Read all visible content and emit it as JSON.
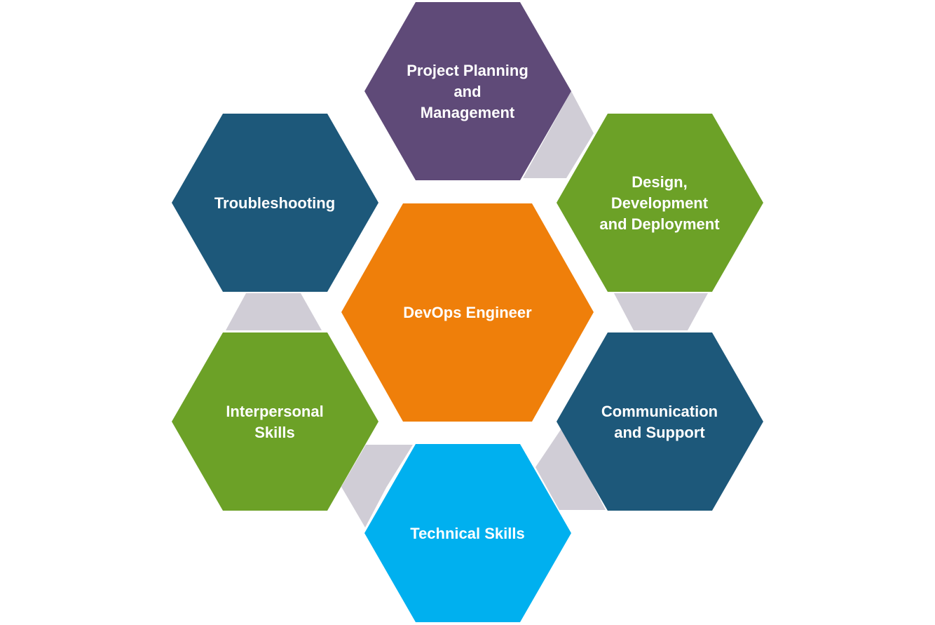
{
  "diagram": {
    "center": {
      "lines": [
        "DevOps Engineer"
      ],
      "color": "#ef7f0a"
    },
    "nodes": [
      {
        "id": "project-planning",
        "lines": [
          "Project Planning",
          "and",
          "Management"
        ],
        "color": "#5f4a78"
      },
      {
        "id": "design-development",
        "lines": [
          "Design,",
          "Development",
          "and Deployment"
        ],
        "color": "#6ca127"
      },
      {
        "id": "communication-support",
        "lines": [
          "Communication",
          "and Support"
        ],
        "color": "#1d587a"
      },
      {
        "id": "technical-skills",
        "lines": [
          "Technical Skills"
        ],
        "color": "#00b0ef"
      },
      {
        "id": "interpersonal-skills",
        "lines": [
          "Interpersonal",
          "Skills"
        ],
        "color": "#6ca127"
      },
      {
        "id": "troubleshooting",
        "lines": [
          "Troubleshooting"
        ],
        "color": "#1d587a"
      }
    ],
    "connector_color": "#d0cdd6"
  }
}
